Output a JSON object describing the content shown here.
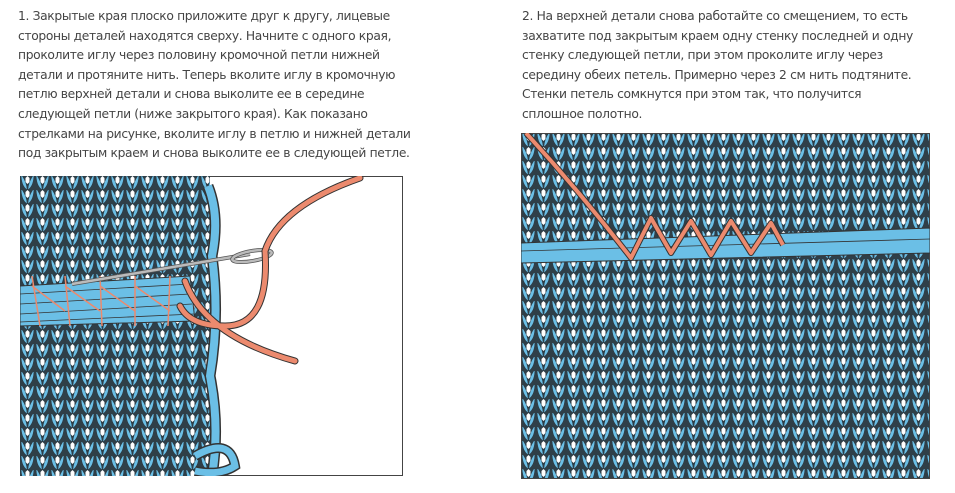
{
  "step1": {
    "lines": [
      "1. Закрытые края плоско приложите друг к другу, лицевые",
      "стороны деталей находятся сверху. Начните с одного края,",
      "проколите иглу через половину кромочной петли нижней",
      "детали и протяните нить. Теперь вколите иглу в кромочную",
      "петлю верхней детали и снова выколите ее в середине",
      "следующей петли (ниже закрытого края). Как показано",
      "стрелками на рисунке, вколите иглу в петлю и нижней детали",
      "под закрытым краем и снова выколите ее в следующей петле."
    ]
  },
  "step2": {
    "lines": [
      "2. На верхней детали снова работайте со смещением, то есть",
      "захватите под закрытым краем одну стенку последней и одну",
      "стенку следующей петли, при этом проколите иглу через",
      "середину обеих петель. Примерно через 2 см нить подтяните.",
      "Стенки петель сомкнутся при этом так, что получится",
      "сплошное полотно."
    ]
  },
  "colors": {
    "yarn": "#6bbfe6",
    "thread": "#ec8a6e",
    "needle": "#b9b9b9",
    "outline": "#333333"
  }
}
